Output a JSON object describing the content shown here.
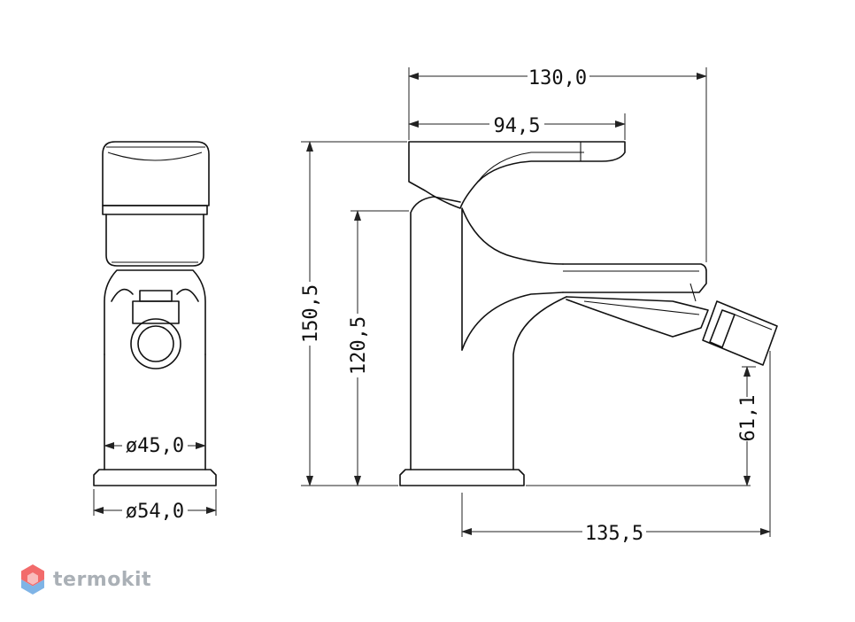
{
  "dimensions": {
    "total_length": "130,0",
    "spout_reach": "94,5",
    "total_height": "150,5",
    "spout_height": "120,5",
    "outlet_height": "61,1",
    "outlet_reach": "135,5",
    "body_diameter": "ø45,0",
    "base_diameter": "ø54,0"
  },
  "watermark": {
    "brand": "termokit",
    "icon": "hexagon-logo-icon"
  },
  "colors": {
    "line": "#111111",
    "logo_red": "#f26b6b",
    "logo_blue": "#7fb4e6",
    "logo_text": "#aab0b6"
  }
}
